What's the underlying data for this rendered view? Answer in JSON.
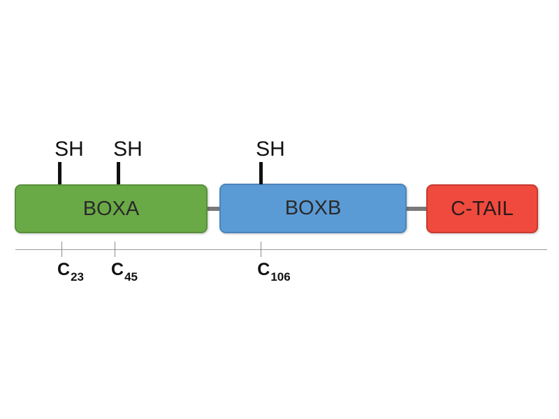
{
  "colors": {
    "boxa": "#6aaa46",
    "boxa_border": "#5a8f3c",
    "boxb": "#5b9bd5",
    "boxb_border": "#4a84bb",
    "ctail": "#f04a3e",
    "ctail_border": "#c8392f",
    "linker": "#7a7a7a"
  },
  "domains": [
    {
      "id": "box-a",
      "label": "BOXA"
    },
    {
      "id": "box-b",
      "label": "BOXB"
    },
    {
      "id": "c-tail",
      "label": "C-TAIL"
    }
  ],
  "thiols": [
    {
      "label": "SH"
    },
    {
      "label": "SH"
    },
    {
      "label": "SH"
    }
  ],
  "residues": [
    {
      "letter": "C",
      "number": "23"
    },
    {
      "letter": "C",
      "number": "45"
    },
    {
      "letter": "C",
      "number": "106"
    }
  ]
}
